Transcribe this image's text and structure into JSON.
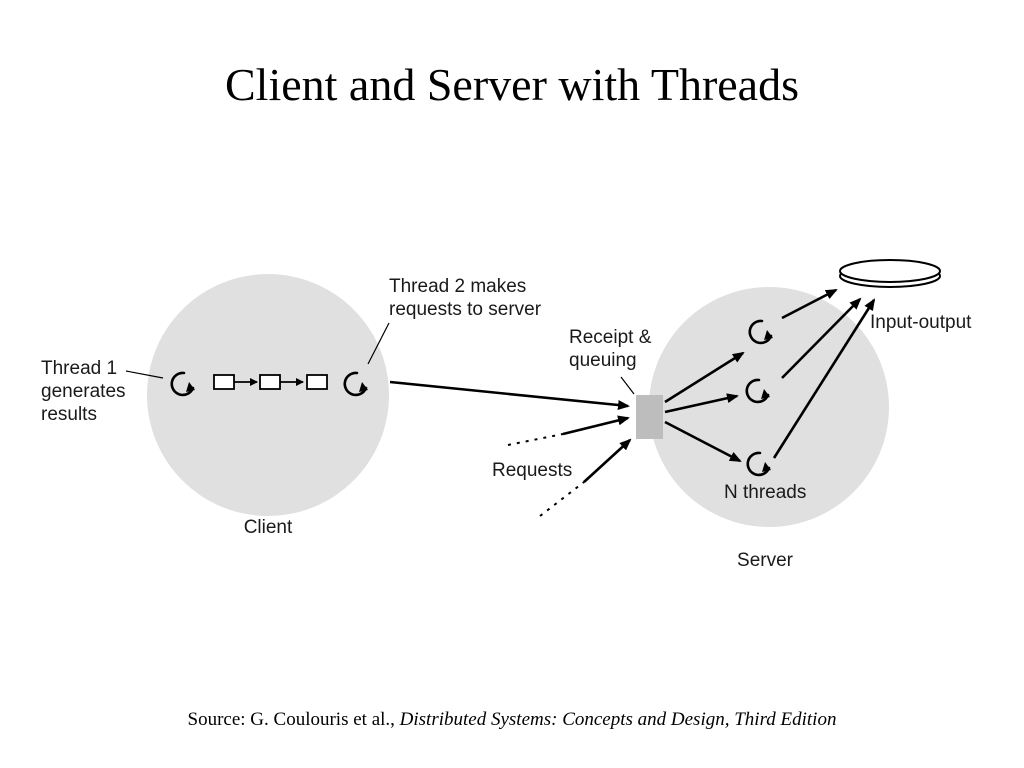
{
  "title": "Client and Server with Threads",
  "diagram": {
    "thread1_label": [
      "Thread 1",
      "generates",
      "results"
    ],
    "thread2_label": [
      "Thread 2 makes",
      "requests to server"
    ],
    "client_label": "Client",
    "receipt_label": [
      "Receipt &",
      "queuing"
    ],
    "requests_label": "Requests",
    "io_label": "Input-output",
    "nthreads_label": "N threads",
    "server_label": "Server"
  },
  "source": {
    "prefix": "Source: G. Coulouris et al., ",
    "book": "Distributed Systems: Concepts and Design, Third Edition"
  },
  "colors": {
    "circle_fill": "#e0e0e0",
    "queue_fill": "#bdbdbd",
    "ink": "#000000"
  }
}
